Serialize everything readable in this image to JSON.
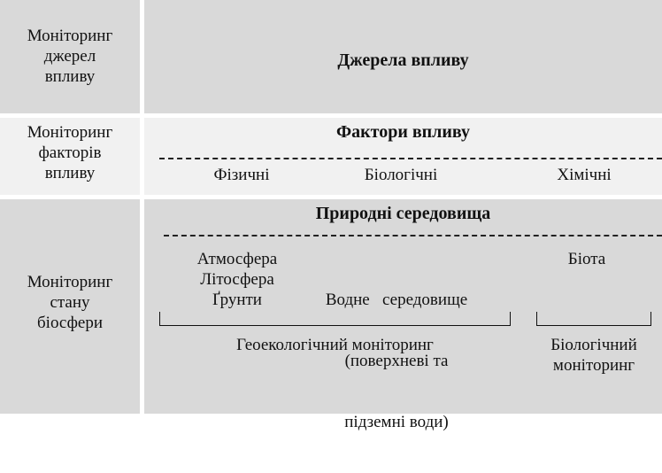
{
  "rows": {
    "sources": {
      "left_lines": [
        "Моніторинг",
        "джерел",
        "впливу"
      ],
      "heading": "Джерела впливу"
    },
    "factors": {
      "left_lines": [
        "Моніторинг",
        "факторів",
        "впливу"
      ],
      "heading": "Фактори впливу",
      "items": [
        "Фізичні",
        "Біологічні",
        "Хімічні"
      ]
    },
    "biosphere": {
      "left_lines": [
        "Моніторинг",
        "стану",
        "біосфери"
      ],
      "heading": "Природні середовища",
      "geo_col1": [
        "Атмосфера",
        "Літосфера",
        "Ґрунти"
      ],
      "geo_col2": [
        "Водне   середовище",
        "(поверхневі та",
        "підземні води)"
      ],
      "bio_col": [
        "Біота"
      ],
      "geo_label": "Геоекологічний моніторинг",
      "bio_label": [
        "Біологічний",
        "моніторинг"
      ]
    }
  },
  "colors": {
    "dark_gray": "#d9d9d9",
    "light_gray": "#f1f1f1"
  }
}
